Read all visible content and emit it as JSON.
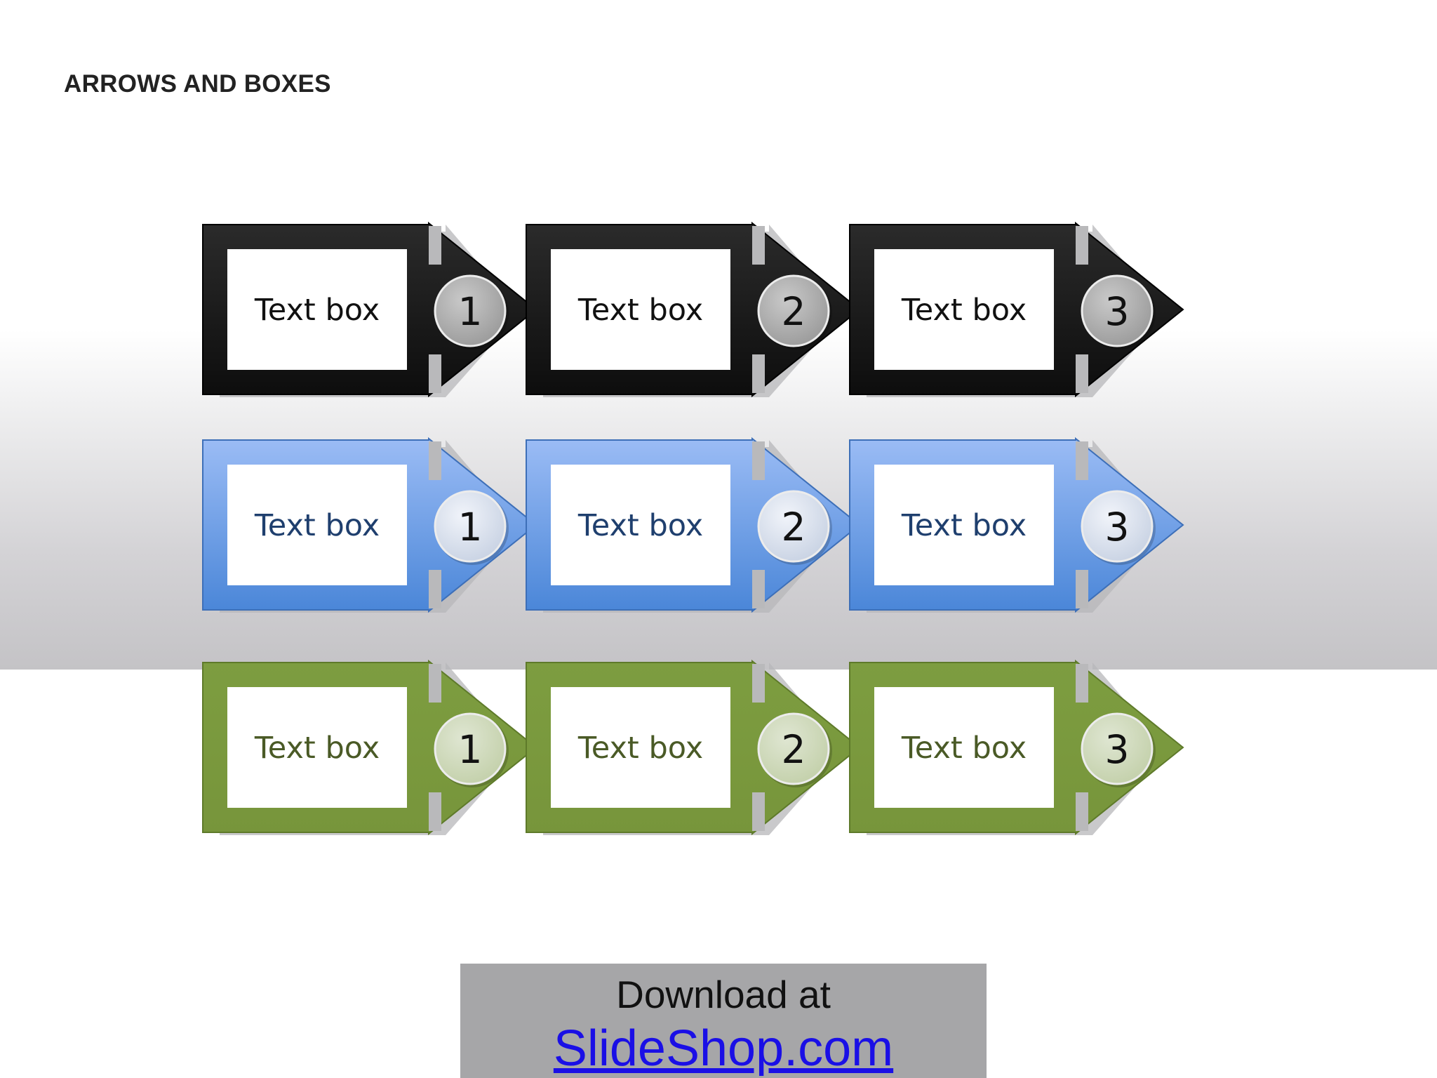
{
  "title": "ARROWS AND BOXES",
  "rows": [
    {
      "theme": "black",
      "colors": {
        "top": "#2b2b2b",
        "bottom": "#0d0d0d",
        "edge": "#000000",
        "text": "#111111",
        "circle_top": "#c9c9c9",
        "circle_bottom": "#9a9a9a"
      },
      "steps": [
        {
          "label": "Text box",
          "number": "1"
        },
        {
          "label": "Text box",
          "number": "2"
        },
        {
          "label": "Text box",
          "number": "3"
        }
      ]
    },
    {
      "theme": "blue",
      "colors": {
        "top": "#9bbcf5",
        "bottom": "#4a86d8",
        "edge": "#3d6fb8",
        "text": "#1f3f6e",
        "circle_top": "#f1f4fa",
        "circle_bottom": "#c8d2e3"
      },
      "steps": [
        {
          "label": "Text box",
          "number": "1"
        },
        {
          "label": "Text box",
          "number": "2"
        },
        {
          "label": "Text box",
          "number": "3"
        }
      ]
    },
    {
      "theme": "green",
      "colors": {
        "top": "#7d9d40",
        "bottom": "#77953b",
        "edge": "#5e7a2a",
        "text": "#4a5a26",
        "circle_top": "#dfe6d2",
        "circle_bottom": "#c3d0aa"
      },
      "steps": [
        {
          "label": "Text box",
          "number": "1"
        },
        {
          "label": "Text box",
          "number": "2"
        },
        {
          "label": "Text box",
          "number": "3"
        }
      ]
    }
  ],
  "footer": {
    "download_text": "Download at",
    "link_text": "SlideShop.com"
  }
}
